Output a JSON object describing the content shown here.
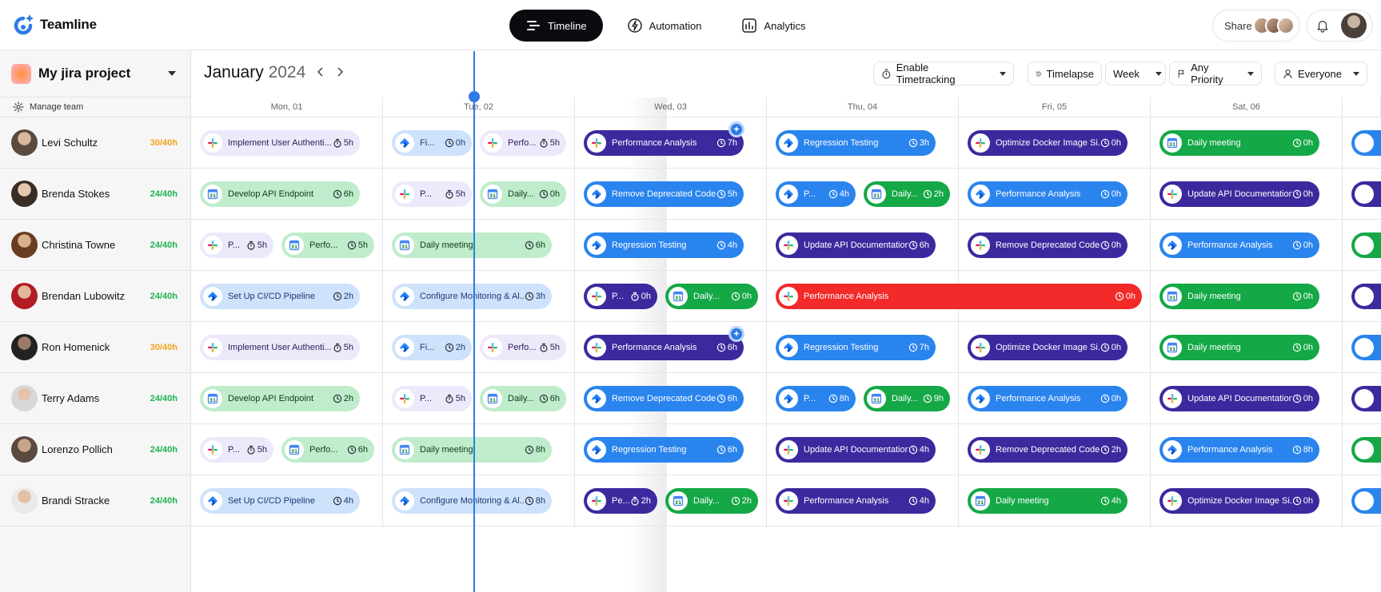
{
  "app": {
    "name": "Teamline"
  },
  "nav": {
    "timeline": "Timeline",
    "automation": "Automation",
    "analytics": "Analytics"
  },
  "header": {
    "share_label": "Share"
  },
  "project": {
    "name": "My jira project",
    "manage_team": "Manage team"
  },
  "calendar": {
    "month": "January",
    "year": "2024",
    "days": [
      "Mon, 01",
      "Tue, 02",
      "Wed, 03",
      "Thu, 04",
      "Fri, 05",
      "Sat, 06"
    ]
  },
  "filters": {
    "timetracking": "Enable Timetracking",
    "timelapse": "Timelapse",
    "range": "Week",
    "priority": "Any Priority",
    "assignee": "Everyone"
  },
  "colors": {
    "purple": "#3b2a9e",
    "blue": "#2a84ee",
    "green": "#14a846",
    "red": "#f22a2a",
    "accent": "#2e7ae8",
    "hours_over": "#f2a21b",
    "hours_ok": "#1cb34d"
  },
  "members": [
    {
      "name": "Levi Schultz",
      "hours": "30/40h",
      "over": true
    },
    {
      "name": "Brenda Stokes",
      "hours": "24/40h",
      "over": false
    },
    {
      "name": "Christina Towne",
      "hours": "24/40h",
      "over": false
    },
    {
      "name": "Brendan Lubowitz",
      "hours": "24/40h",
      "over": false
    },
    {
      "name": "Ron Homenick",
      "hours": "30/40h",
      "over": true
    },
    {
      "name": "Terry Adams",
      "hours": "24/40h",
      "over": false
    },
    {
      "name": "Lorenzo Pollich",
      "hours": "24/40h",
      "over": false
    },
    {
      "name": "Brandi Stracke",
      "hours": "24/40h",
      "over": false
    }
  ],
  "tasks": [
    [
      [
        [
          "lpurple",
          "slack",
          "Implement User Authenti...",
          "5h",
          "t"
        ]
      ],
      [
        [
          "lblue",
          "jira",
          "Fi...",
          "0h",
          "c"
        ],
        [
          "lpurple",
          "slack",
          "Perfo...",
          "5h",
          "t"
        ]
      ],
      [
        [
          "purple",
          "slack",
          "Performance Analysis",
          "7h",
          "c"
        ]
      ],
      [
        [
          "blue",
          "jira",
          "Regression Testing",
          "3h",
          "c"
        ]
      ],
      [
        [
          "purple",
          "slack",
          "Optimize Docker Image Si...",
          "0h",
          "c"
        ]
      ],
      [
        [
          "green",
          "cal",
          "Daily meeting",
          "0h",
          "c"
        ]
      ]
    ],
    [
      [
        [
          "lgreen",
          "cal",
          "Develop API Endpoint",
          "6h",
          "c"
        ]
      ],
      [
        [
          "lpurple",
          "slack",
          "P...",
          "5h",
          "t"
        ],
        [
          "lgreen",
          "cal",
          "Daily...",
          "0h",
          "c"
        ]
      ],
      [
        [
          "blue",
          "jira",
          "Remove Deprecated Code",
          "5h",
          "c"
        ]
      ],
      [
        [
          "blue",
          "jira",
          "P...",
          "4h",
          "c"
        ],
        [
          "green",
          "cal",
          "Daily...",
          "2h",
          "c"
        ]
      ],
      [
        [
          "blue",
          "jira",
          "Performance Analysis",
          "0h",
          "c"
        ]
      ],
      [
        [
          "purple",
          "slack",
          "Update API Documentation",
          "0h",
          "c"
        ]
      ]
    ],
    [
      [
        [
          "lpurple",
          "slack",
          "P...",
          "5h",
          "t"
        ],
        [
          "lgreen",
          "cal",
          "Perfo...",
          "5h",
          "c"
        ]
      ],
      [
        [
          "lgreen",
          "cal",
          "Daily meeting",
          "6h",
          "c"
        ]
      ],
      [
        [
          "blue",
          "jira",
          "Regression Testing",
          "4h",
          "c"
        ]
      ],
      [
        [
          "purple",
          "slack",
          "Update API Documentation",
          "6h",
          "c"
        ]
      ],
      [
        [
          "purple",
          "slack",
          "Remove Deprecated Code",
          "0h",
          "c"
        ]
      ],
      [
        [
          "blue",
          "jira",
          "Performance Analysis",
          "0h",
          "c"
        ]
      ]
    ],
    [
      [
        [
          "lblue",
          "jira",
          "Set Up CI/CD Pipeline",
          "2h",
          "c"
        ]
      ],
      [
        [
          "lblue",
          "jira",
          "Configure Monitoring & Al...",
          "3h",
          "c"
        ]
      ],
      [
        [
          "purple",
          "slack",
          "P...",
          "0h",
          "t"
        ],
        [
          "green",
          "cal",
          "Daily...",
          "0h",
          "c"
        ]
      ],
      [
        [
          "red",
          "slack",
          "Performance Analysis",
          "0h",
          "c",
          "wide"
        ]
      ],
      [],
      [
        [
          "green",
          "cal",
          "Daily meeting",
          "0h",
          "c"
        ]
      ]
    ],
    [
      [
        [
          "lpurple",
          "slack",
          "Implement User Authenti...",
          "5h",
          "t"
        ]
      ],
      [
        [
          "lblue",
          "jira",
          "Fi...",
          "2h",
          "c"
        ],
        [
          "lpurple",
          "slack",
          "Perfo...",
          "5h",
          "t"
        ]
      ],
      [
        [
          "purple",
          "slack",
          "Performance Analysis",
          "6h",
          "c"
        ]
      ],
      [
        [
          "blue",
          "jira",
          "Regression Testing",
          "7h",
          "c"
        ]
      ],
      [
        [
          "purple",
          "slack",
          "Optimize Docker Image Si...",
          "0h",
          "c"
        ]
      ],
      [
        [
          "green",
          "cal",
          "Daily meeting",
          "0h",
          "c"
        ]
      ]
    ],
    [
      [
        [
          "lgreen",
          "cal",
          "Develop API Endpoint",
          "2h",
          "c"
        ]
      ],
      [
        [
          "lpurple",
          "slack",
          "P...",
          "5h",
          "t"
        ],
        [
          "lgreen",
          "cal",
          "Daily...",
          "6h",
          "c"
        ]
      ],
      [
        [
          "blue",
          "jira",
          "Remove Deprecated Code",
          "6h",
          "c"
        ]
      ],
      [
        [
          "blue",
          "jira",
          "P...",
          "8h",
          "c"
        ],
        [
          "green",
          "cal",
          "Daily...",
          "9h",
          "c"
        ]
      ],
      [
        [
          "blue",
          "jira",
          "Performance Analysis",
          "0h",
          "c"
        ]
      ],
      [
        [
          "purple",
          "slack",
          "Update API Documentation",
          "0h",
          "c"
        ]
      ]
    ],
    [
      [
        [
          "lpurple",
          "slack",
          "P...",
          "5h",
          "t"
        ],
        [
          "lgreen",
          "cal",
          "Perfo...",
          "6h",
          "c"
        ]
      ],
      [
        [
          "lgreen",
          "cal",
          "Daily meeting",
          "8h",
          "c"
        ]
      ],
      [
        [
          "blue",
          "jira",
          "Regression Testing",
          "6h",
          "c"
        ]
      ],
      [
        [
          "purple",
          "slack",
          "Update API Documentation",
          "4h",
          "c"
        ]
      ],
      [
        [
          "purple",
          "slack",
          "Remove Deprecated Code",
          "2h",
          "c"
        ]
      ],
      [
        [
          "blue",
          "jira",
          "Performance Analysis",
          "8h",
          "c"
        ]
      ]
    ],
    [
      [
        [
          "lblue",
          "jira",
          "Set Up CI/CD Pipeline",
          "4h",
          "c"
        ]
      ],
      [
        [
          "lblue",
          "jira",
          "Configure Monitoring & Al...",
          "8h",
          "c"
        ]
      ],
      [
        [
          "purple",
          "slack",
          "Pe...",
          "2h",
          "t"
        ],
        [
          "green",
          "cal",
          "Daily...",
          "2h",
          "c"
        ]
      ],
      [
        [
          "purple",
          "slack",
          "Performance Analysis",
          "4h",
          "c"
        ]
      ],
      [
        [
          "green",
          "cal",
          "Daily meeting",
          "4h",
          "c"
        ]
      ],
      [
        [
          "purple",
          "slack",
          "Optimize Docker Image Si...",
          "0h",
          "c"
        ]
      ]
    ]
  ]
}
